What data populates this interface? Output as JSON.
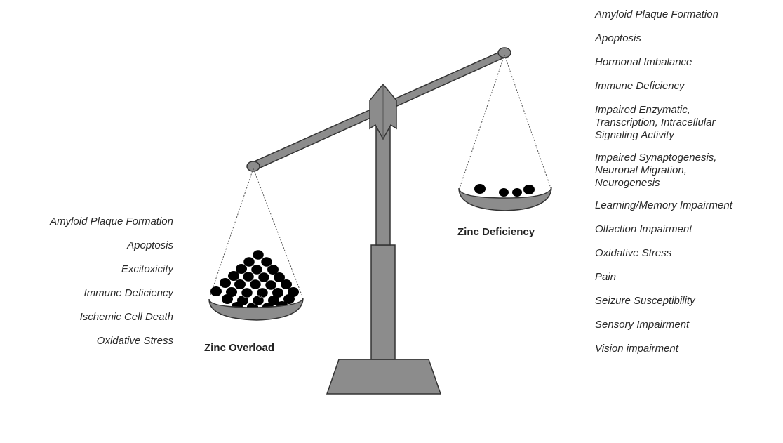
{
  "left_label": "Zinc Overload",
  "right_label": "Zinc Deficiency",
  "overload_effects": [
    "Amyloid Plaque Formation",
    "Apoptosis",
    "Excitoxicity",
    "Immune Deficiency",
    "Ischemic Cell Death",
    "Oxidative Stress"
  ],
  "deficiency_effects": [
    "Amyloid Plaque Formation",
    "Apoptosis",
    "Hormonal Imbalance",
    "Immune Deficiency",
    "Impaired Enzymatic,\nTranscription, Intracellular\nSignaling Activity",
    "Impaired Synaptogenesis,\nNeuronal Migration,\nNeurogenesis",
    "Learning/Memory Impairment",
    "Olfaction Impairment",
    "Oxidative Stress",
    "Pain",
    "Seizure Susceptibility",
    "Sensory Impairment",
    "Vision impairment"
  ],
  "colors": {
    "metal": "#8c8c8c",
    "metal_dark": "#5a5a5a",
    "ball": "#000000"
  }
}
